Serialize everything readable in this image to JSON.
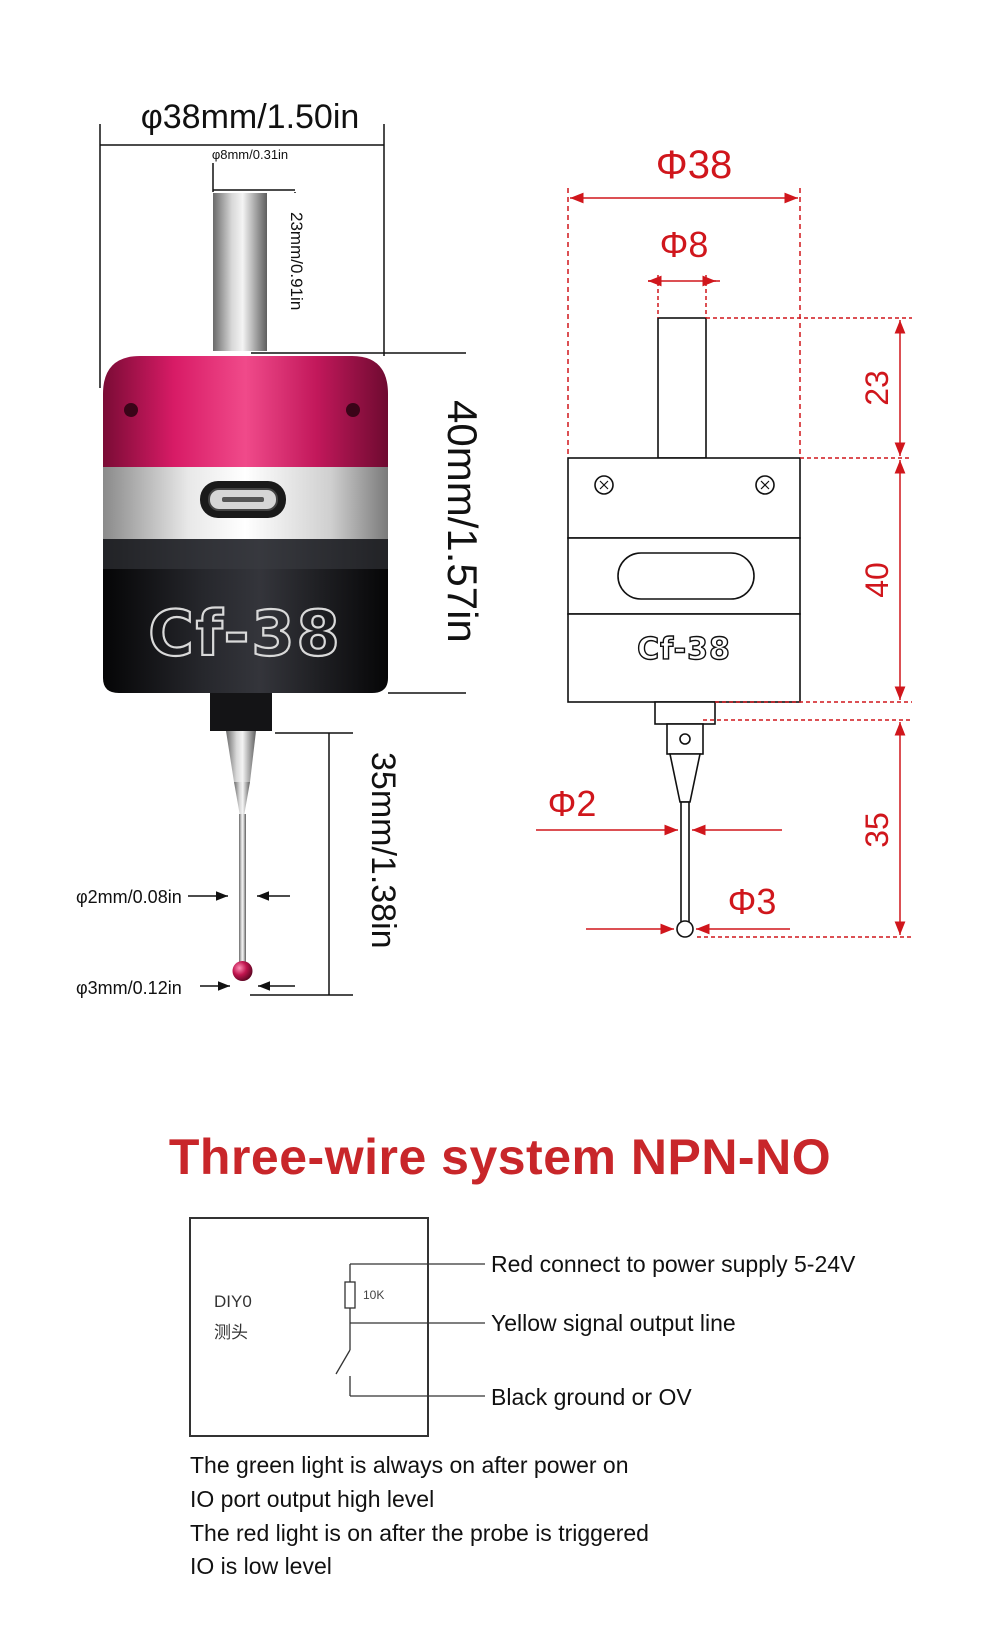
{
  "photo": {
    "dim_width": "φ38mm/1.50in",
    "dim_shank_dia": "φ8mm/0.31in",
    "dim_shank_len": "23mm/0.91in",
    "dim_body_height": "40mm/1.57in",
    "dim_stylus_len": "35mm/1.38in",
    "dim_stylus_dia": "φ2mm/0.08in",
    "dim_ball_dia": "φ3mm/0.12in",
    "body_logo": "Cf-38"
  },
  "drawing": {
    "dim_width": "Φ38",
    "dim_shank_dia": "Φ8",
    "dim_shank_len": "23",
    "dim_body_height": "40",
    "dim_stylus_len": "35",
    "dim_stylus_dia": "Φ2",
    "dim_ball_dia": "Φ3",
    "body_logo": "Cf-38"
  },
  "wiring": {
    "title": "Three-wire system NPN-NO",
    "box_label_1": "DIY0",
    "box_label_2": "测头",
    "resistor_label": "10K",
    "wire_red": "Red connect to power supply 5-24V",
    "wire_yellow": "Yellow signal output line",
    "wire_black": "Black ground or OV",
    "notes": [
      "The green light is always on after power on",
      "IO port output high level",
      "The red light is on after the probe is triggered",
      "IO is low level"
    ]
  },
  "colors": {
    "accent_red": "#d0161c",
    "title_red": "#c8262a",
    "probe_magenta": "#c2185b",
    "probe_black": "#15161a"
  }
}
